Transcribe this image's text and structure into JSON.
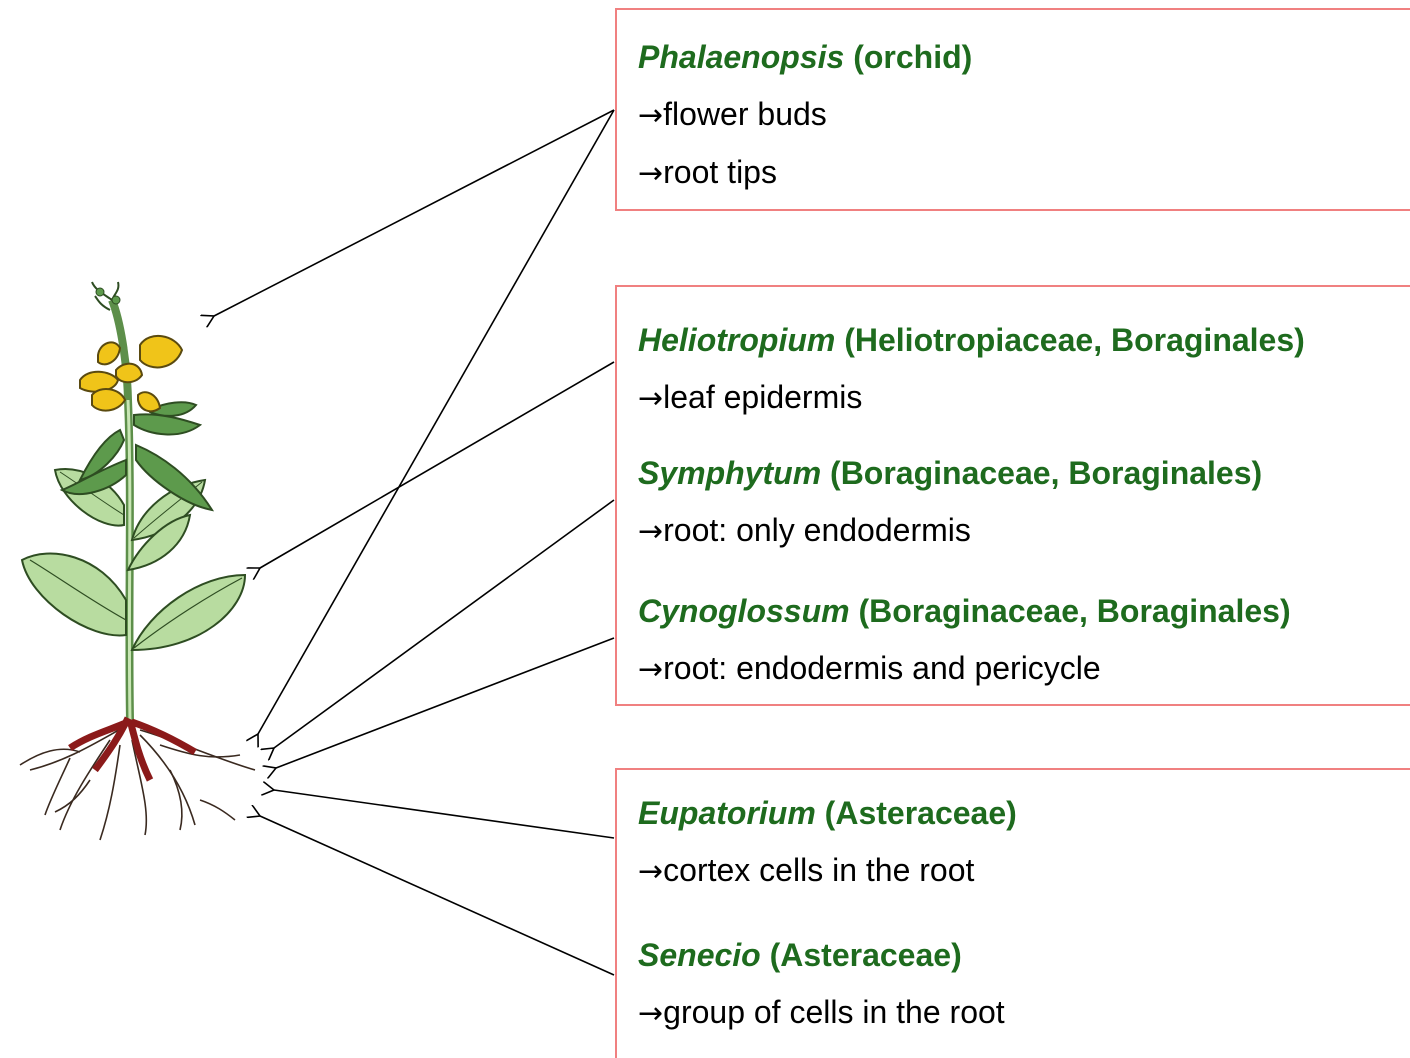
{
  "arrow_symbol": "→",
  "colors": {
    "title_green": "#1e6b1e",
    "box_border": "#f08080",
    "leaf_fill": "#b8dca0",
    "dark_leaf": "#5d9a4c",
    "flower": "#f0c419",
    "root_red": "#8b1a1a"
  },
  "entries": [
    {
      "genus": "Phalaenopsis",
      "family": "(orchid)",
      "notes": [
        "flower buds",
        "root tips"
      ]
    },
    {
      "genus": "Heliotropium",
      "family": "(Heliotropiaceae, Boraginales)",
      "notes": [
        "leaf epidermis"
      ]
    },
    {
      "genus": "Symphytum",
      "family": "(Boraginaceae, Boraginales)",
      "notes": [
        "root: only endodermis"
      ]
    },
    {
      "genus": "Cynoglossum",
      "family": "(Boraginaceae, Boraginales)",
      "notes": [
        "root: endodermis and pericycle"
      ]
    },
    {
      "genus": "Eupatorium",
      "family": "(Asteraceae)",
      "notes": [
        "cortex cells in the root"
      ]
    },
    {
      "genus": "Senecio",
      "family": "(Asteraceae)",
      "notes": [
        "group of cells in the root"
      ]
    }
  ]
}
